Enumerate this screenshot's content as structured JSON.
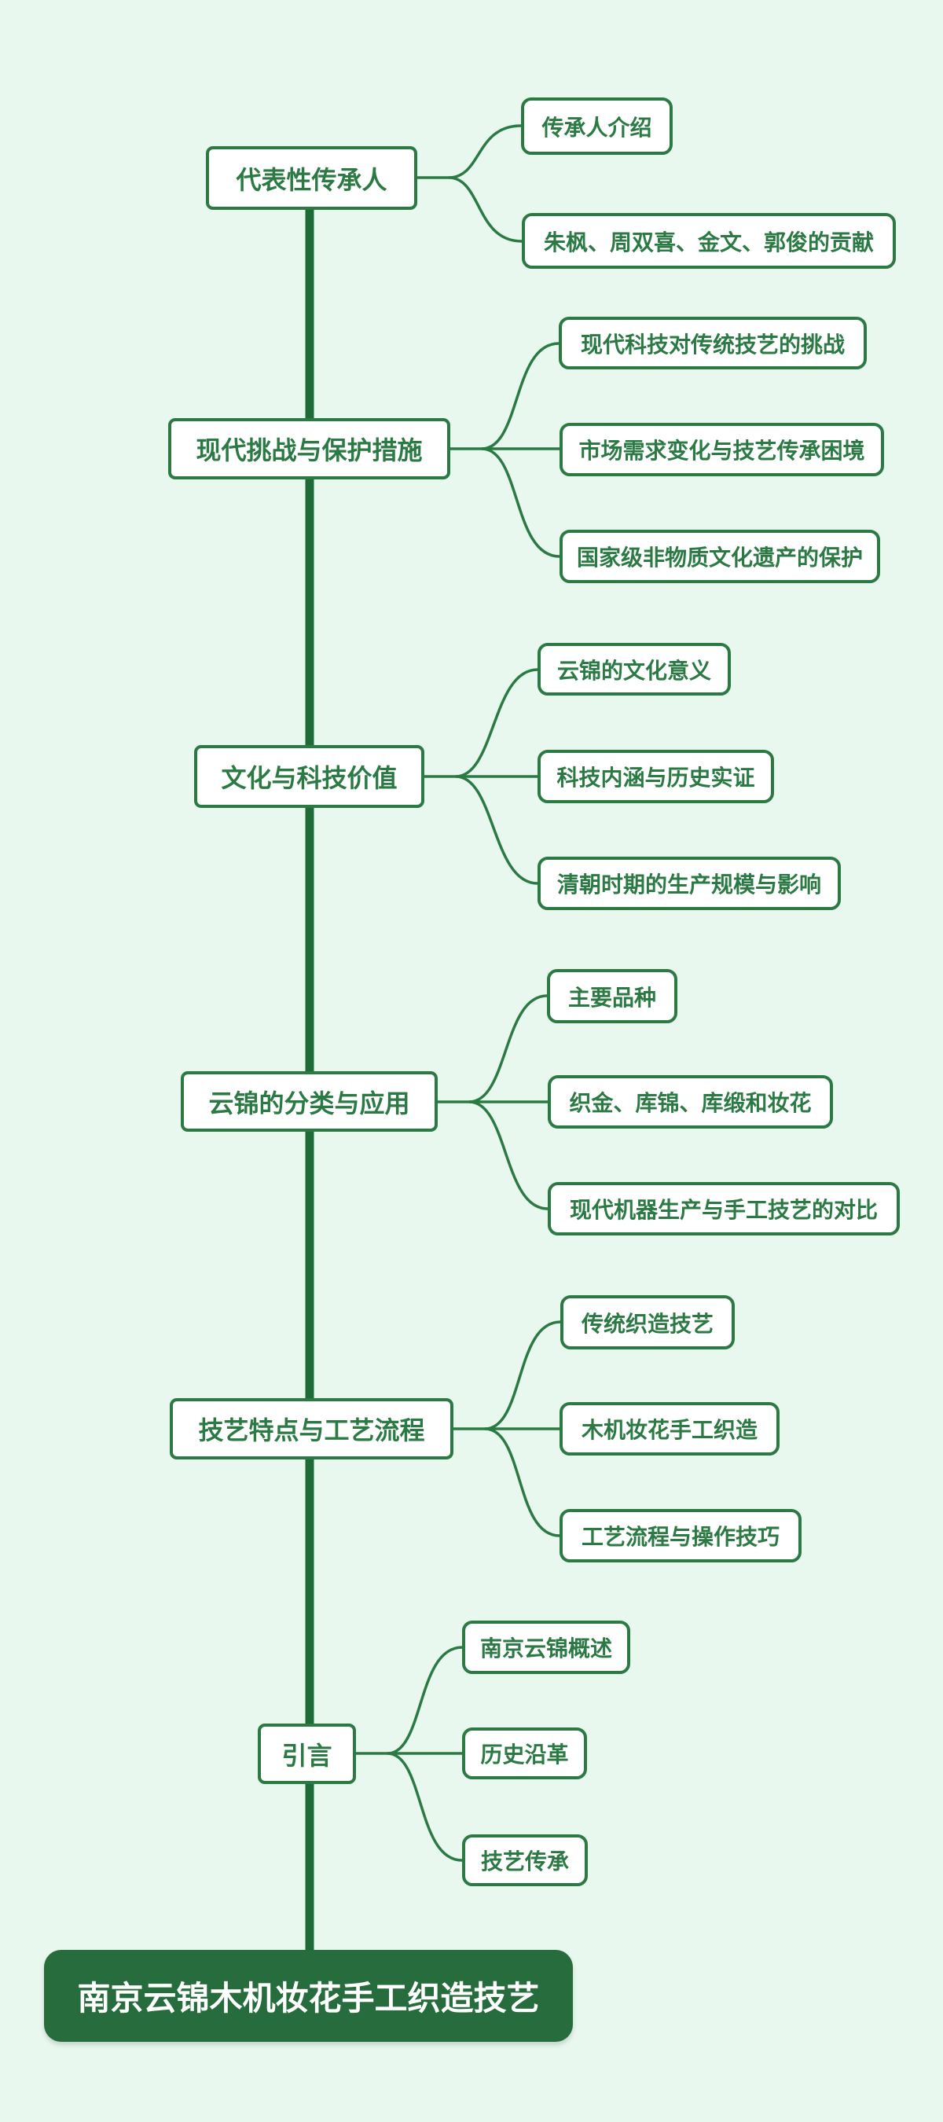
{
  "root": {
    "title": "南京云锦木机妆花手工织造技艺"
  },
  "colors": {
    "background": "#e9f8ef",
    "line": "#2b7a44",
    "text": "#2b7a44",
    "trunk": "#1e6b37",
    "root_fill": "#266c3c",
    "root_text": "#ffffff"
  },
  "branches": [
    {
      "label": "代表性传承人",
      "children": [
        "传承人介绍",
        "朱枫、周双喜、金文、郭俊的贡献"
      ]
    },
    {
      "label": "现代挑战与保护措施",
      "children": [
        "现代科技对传统技艺的挑战",
        "市场需求变化与技艺传承困境",
        "国家级非物质文化遗产的保护"
      ]
    },
    {
      "label": "文化与科技价值",
      "children": [
        "云锦的文化意义",
        "科技内涵与历史实证",
        "清朝时期的生产规模与影响"
      ]
    },
    {
      "label": "云锦的分类与应用",
      "children": [
        "主要品种",
        "织金、库锦、库缎和妆花",
        "现代机器生产与手工技艺的对比"
      ]
    },
    {
      "label": "技艺特点与工艺流程",
      "children": [
        "传统织造技艺",
        "木机妆花手工织造",
        "工艺流程与操作技巧"
      ]
    },
    {
      "label": "引言",
      "children": [
        "南京云锦概述",
        "历史沿革",
        "技艺传承"
      ]
    }
  ]
}
